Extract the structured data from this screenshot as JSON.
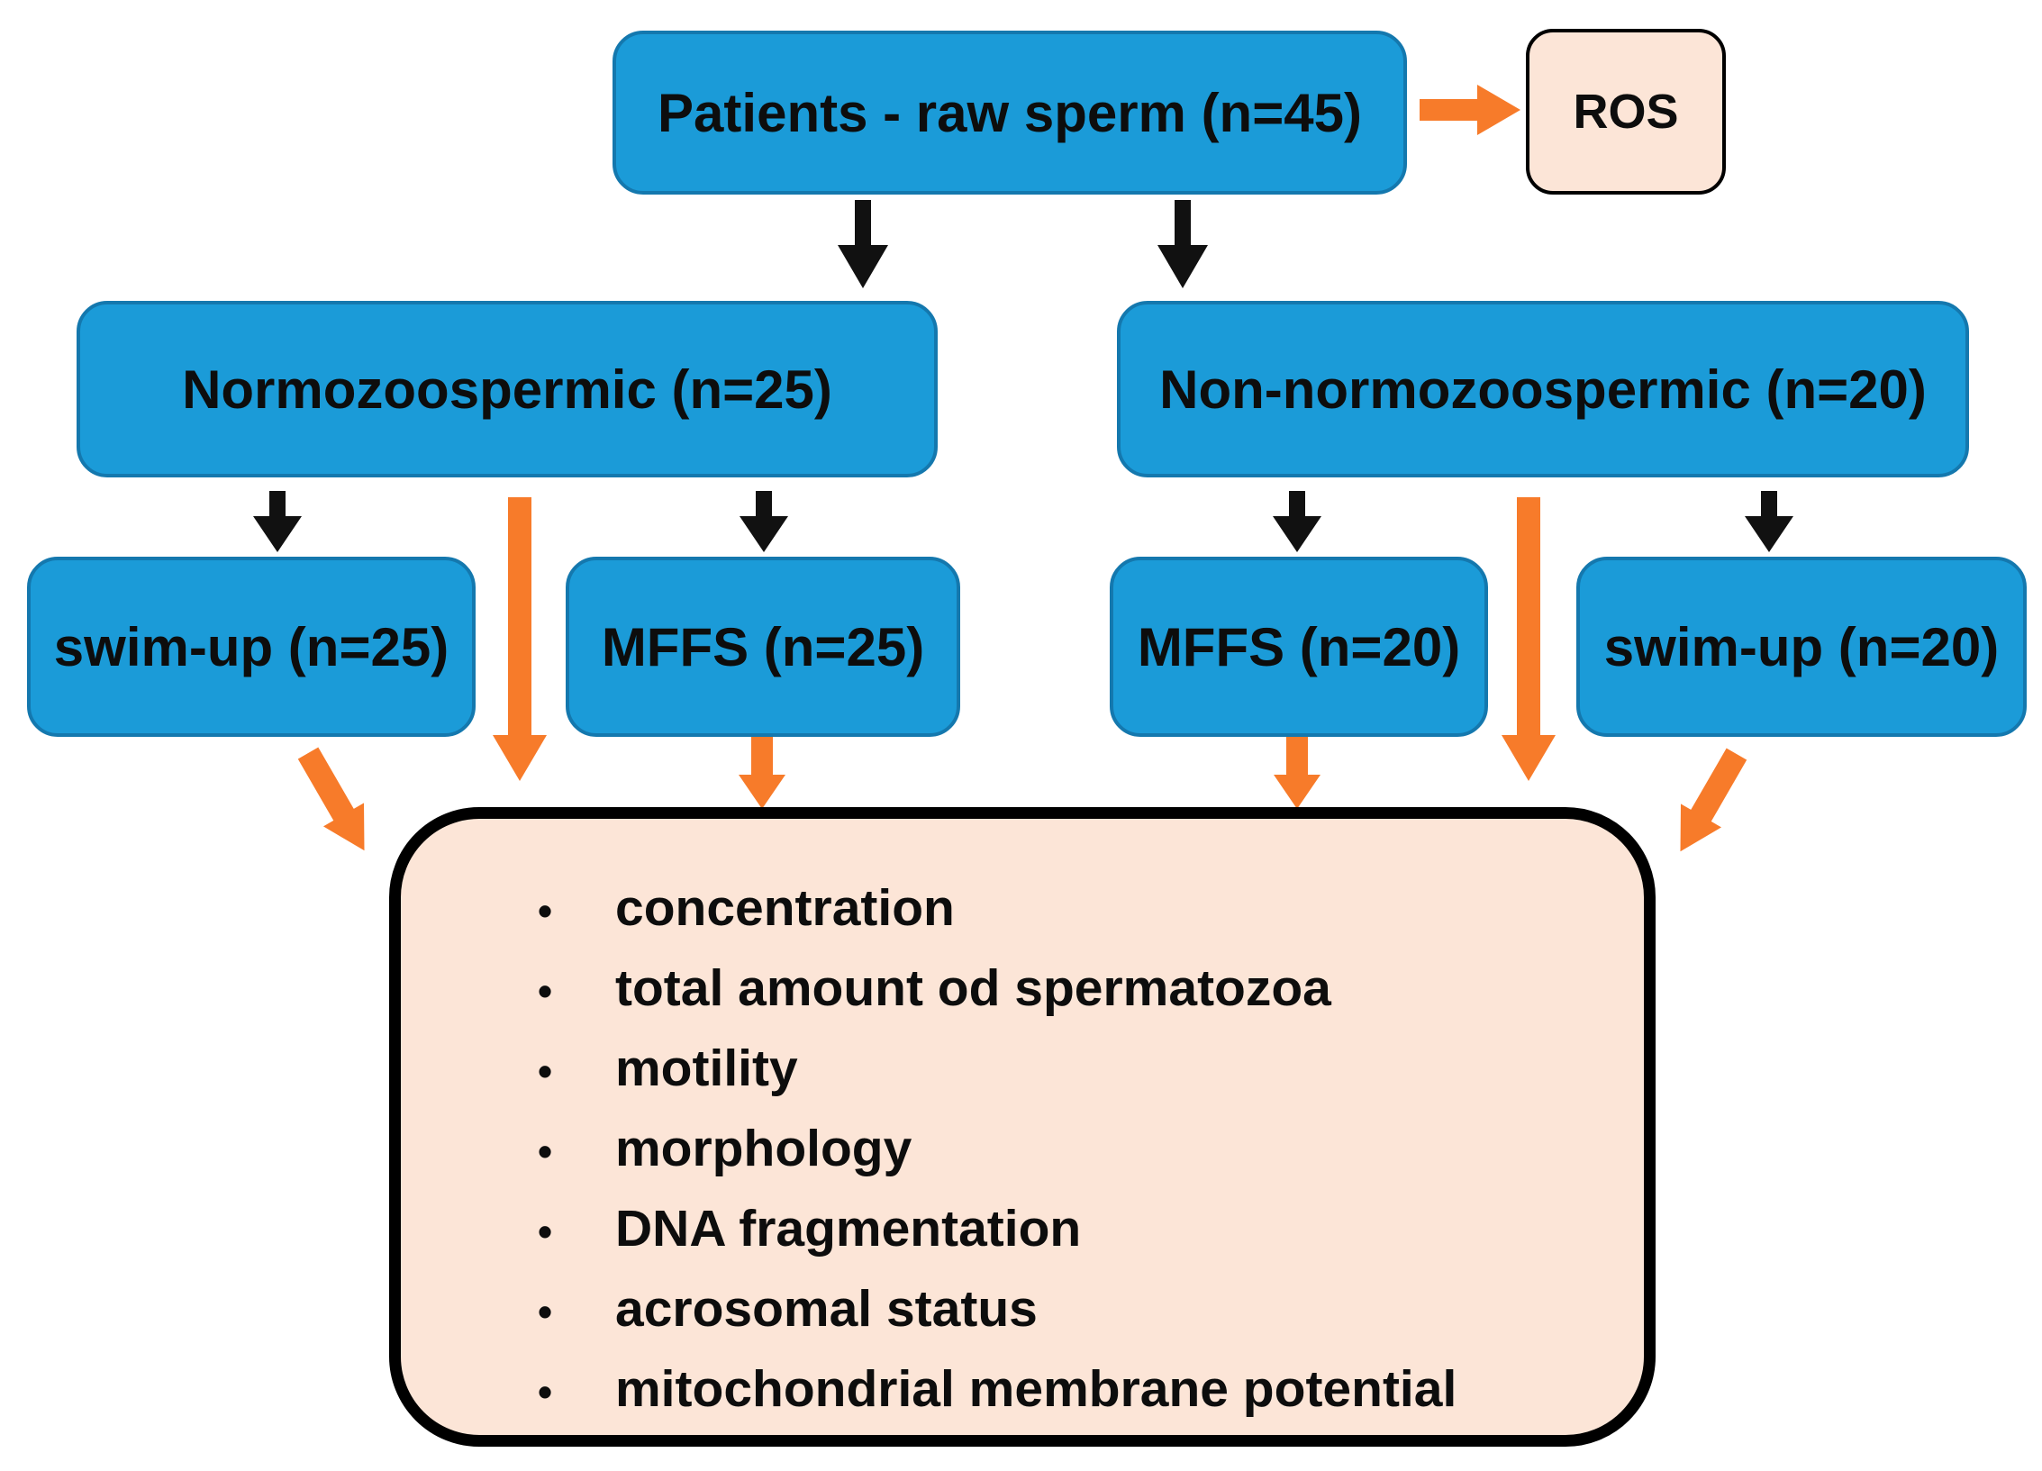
{
  "boxes": {
    "patients": {
      "label": "Patients - raw sperm (n=45)"
    },
    "ros": {
      "label": "ROS"
    },
    "normozoospermic": {
      "label": "Normozoospermic (n=25)"
    },
    "non_normozoospermic": {
      "label": "Non-normozoospermic (n=20)"
    },
    "swim_up_25": {
      "label": "swim-up (n=25)"
    },
    "mffs_25": {
      "label": "MFFS (n=25)"
    },
    "mffs_20": {
      "label": "MFFS (n=20)"
    },
    "swim_up_20": {
      "label": "swim-up (n=20)"
    }
  },
  "analyses": {
    "items": [
      "concentration",
      "total amount od spermatozoa",
      "motility",
      "morphology",
      "DNA fragmentation",
      "acrosomal status",
      "mitochondrial membrane potential"
    ]
  },
  "colors": {
    "box_blue": "#1b9bd8",
    "box_blue_border": "#1478ae",
    "peach": "#fce5d7",
    "orange": "#f77b2a",
    "arrow_black": "#111111",
    "text": "#0d0d0d"
  }
}
